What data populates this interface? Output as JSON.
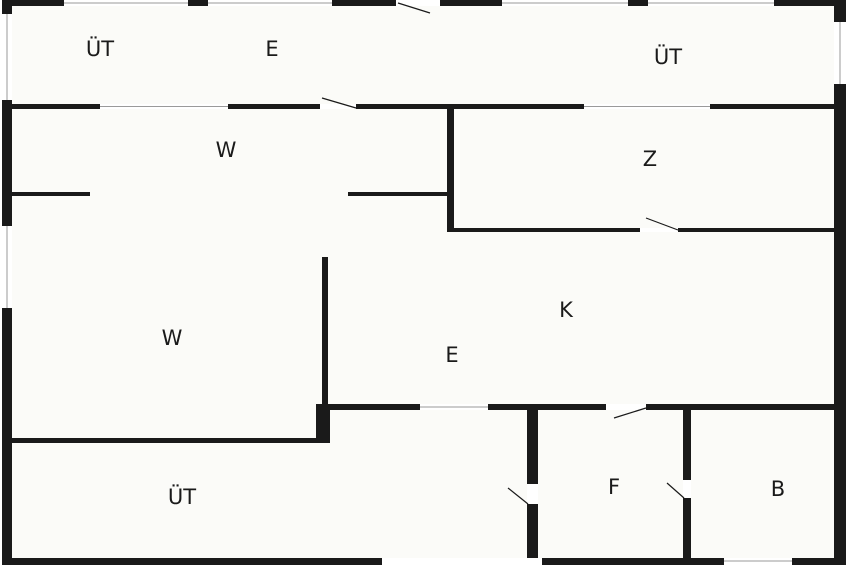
{
  "colors": {
    "floor": "#fbfbf8",
    "wall": "#1a1a1a",
    "opening": "#ffffff",
    "window_frame": "#9a9a9a"
  },
  "rooms": [
    {
      "id": "balcony-top-left",
      "label": "ÜT"
    },
    {
      "id": "hall-top",
      "label": "E"
    },
    {
      "id": "balcony-top-right",
      "label": "ÜT"
    },
    {
      "id": "room-upper",
      "label": "W"
    },
    {
      "id": "room-z",
      "label": "Z"
    },
    {
      "id": "room-lower",
      "label": "W"
    },
    {
      "id": "kitchen",
      "label": "K"
    },
    {
      "id": "hall-center",
      "label": "E"
    },
    {
      "id": "balcony-bottom",
      "label": "ÜT"
    },
    {
      "id": "room-f",
      "label": "F"
    },
    {
      "id": "bathroom",
      "label": "B"
    }
  ]
}
